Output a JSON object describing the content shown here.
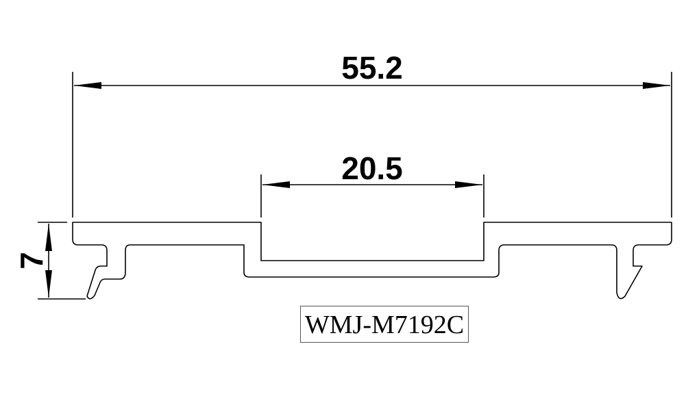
{
  "dimensions": {
    "overall_width": "55.2",
    "channel_width": "20.5",
    "height": "7"
  },
  "part_label": "WMJ-M7192C",
  "colors": {
    "line": "#000000",
    "background": "#ffffff"
  }
}
